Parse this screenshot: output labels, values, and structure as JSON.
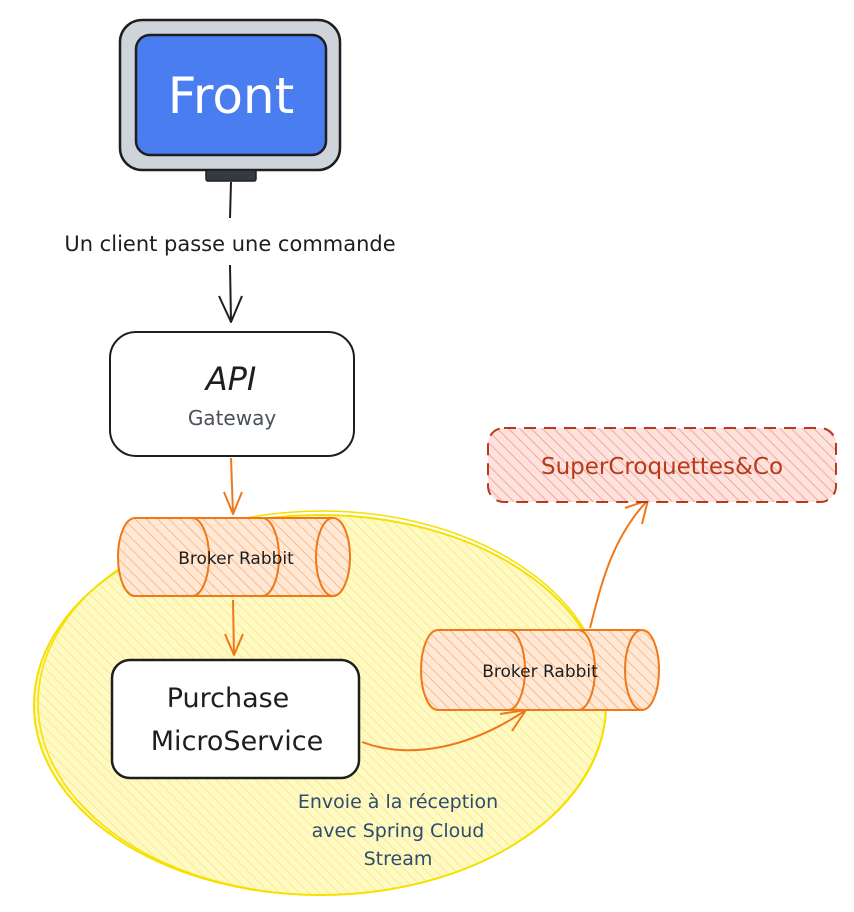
{
  "front": {
    "label": "Front"
  },
  "client_arrow": {
    "label": "Un client passe une commande"
  },
  "api": {
    "title": "API",
    "subtitle": "Gateway"
  },
  "broker_top": {
    "label": "Broker Rabbit"
  },
  "purchase": {
    "line1": "Purchase",
    "line2": "MicroService"
  },
  "broker_right": {
    "label": "Broker Rabbit"
  },
  "supplier": {
    "label": "SuperCroquettes&Co"
  },
  "note": {
    "line1": "Envoie à la réception",
    "line2": "avec Spring Cloud",
    "line3": "Stream"
  },
  "colors": {
    "front_fill": "#4a7ef0",
    "front_bezel": "#ced4da",
    "ellipse_fill": "#fff7b3",
    "ellipse_stroke": "#f5e000",
    "broker_stroke": "#f07818",
    "broker_hatch": "#ffb983",
    "supplier_stroke": "#b83a1b",
    "supplier_hatch": "#f1a9a0",
    "arrow_orange": "#f07818",
    "ink": "#1e1e1e",
    "note_text": "#2e4c6d",
    "subtitle_text": "#495057"
  },
  "icons": [
    "monitor-icon",
    "cylinder-queue-icon"
  ]
}
